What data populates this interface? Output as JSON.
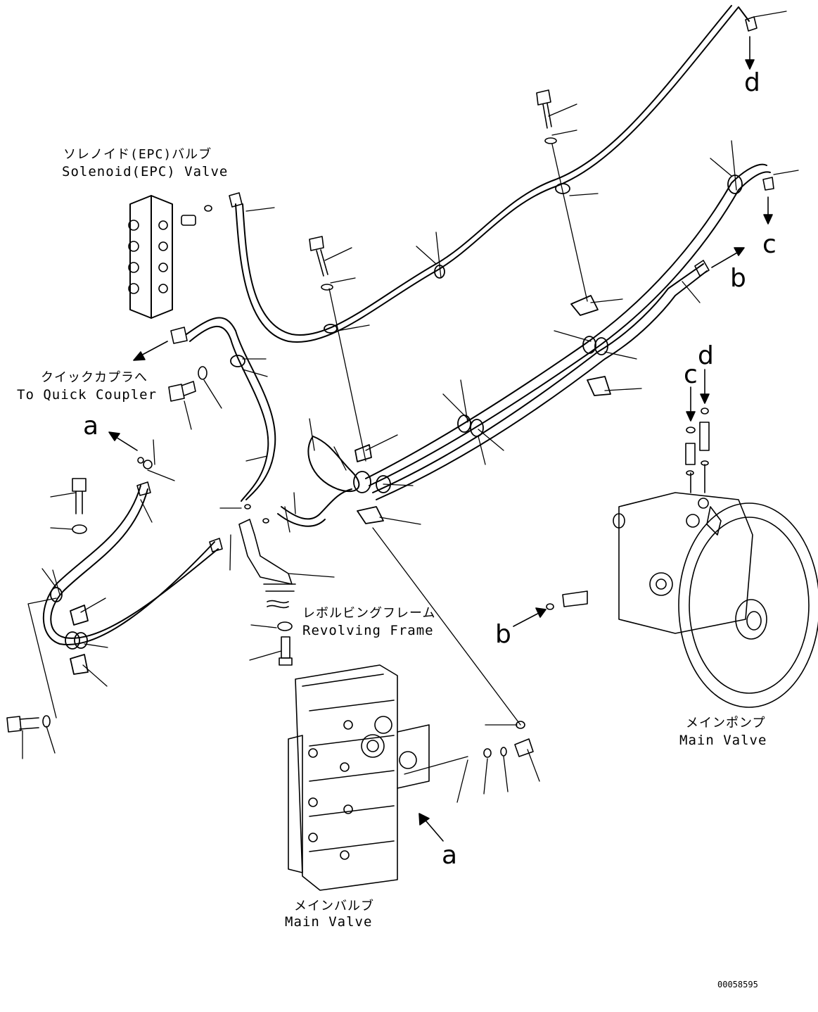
{
  "labels": {
    "solenoid_jp": "ソレノイド(EPC)バルブ",
    "solenoid_en": "Solenoid(EPC) Valve",
    "coupler_jp": "クイックカプラへ",
    "coupler_en": "To Quick Coupler",
    "frame_jp": "レボルビングフレーム",
    "frame_en": "Revolving Frame",
    "mainvalve_jp": "メインバルブ",
    "mainvalve_en": "Main Valve",
    "pump_jp": "メインポンプ",
    "pump_en": "Main Valve"
  },
  "refs": {
    "d_top": "d",
    "c_right": "c",
    "b_right": "b",
    "a_left": "a",
    "c_pump": "c",
    "d_pump": "d",
    "b_pump": "b",
    "a_bottom": "a"
  },
  "drawing_code": "00058595"
}
